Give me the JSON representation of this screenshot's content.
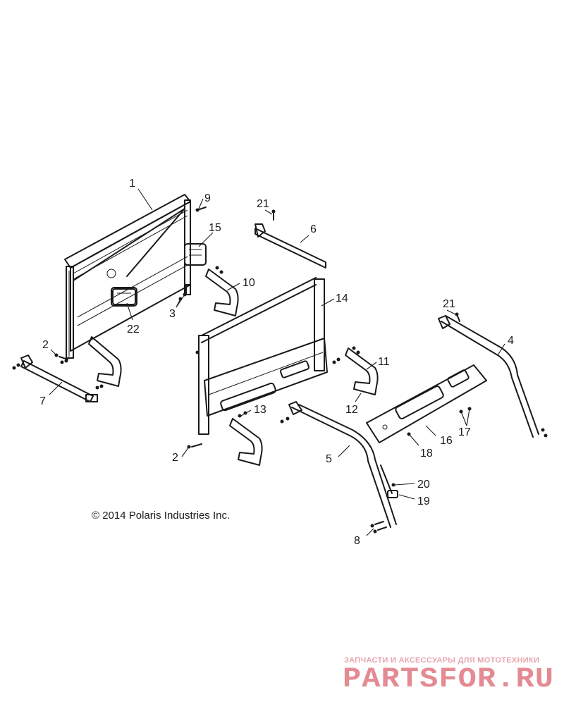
{
  "callouts": [
    {
      "num": "1"
    },
    {
      "num": "2"
    },
    {
      "num": "2"
    },
    {
      "num": "3"
    },
    {
      "num": "4"
    },
    {
      "num": "5"
    },
    {
      "num": "6"
    },
    {
      "num": "7"
    },
    {
      "num": "8"
    },
    {
      "num": "9"
    },
    {
      "num": "10"
    },
    {
      "num": "11"
    },
    {
      "num": "12"
    },
    {
      "num": "13"
    },
    {
      "num": "14"
    },
    {
      "num": "15"
    },
    {
      "num": "16"
    },
    {
      "num": "17"
    },
    {
      "num": "18"
    },
    {
      "num": "19"
    },
    {
      "num": "20"
    },
    {
      "num": "21"
    },
    {
      "num": "21"
    },
    {
      "num": "22"
    }
  ],
  "copyright": "© 2014 Polaris Industries Inc.",
  "watermark": {
    "tagline": "ЗАПЧАСТИ И АКСЕССУАРЫ ДЛЯ МОТОТЕХНИКИ",
    "brand": "PARTSFOR.RU",
    "color": "#e48a93"
  }
}
